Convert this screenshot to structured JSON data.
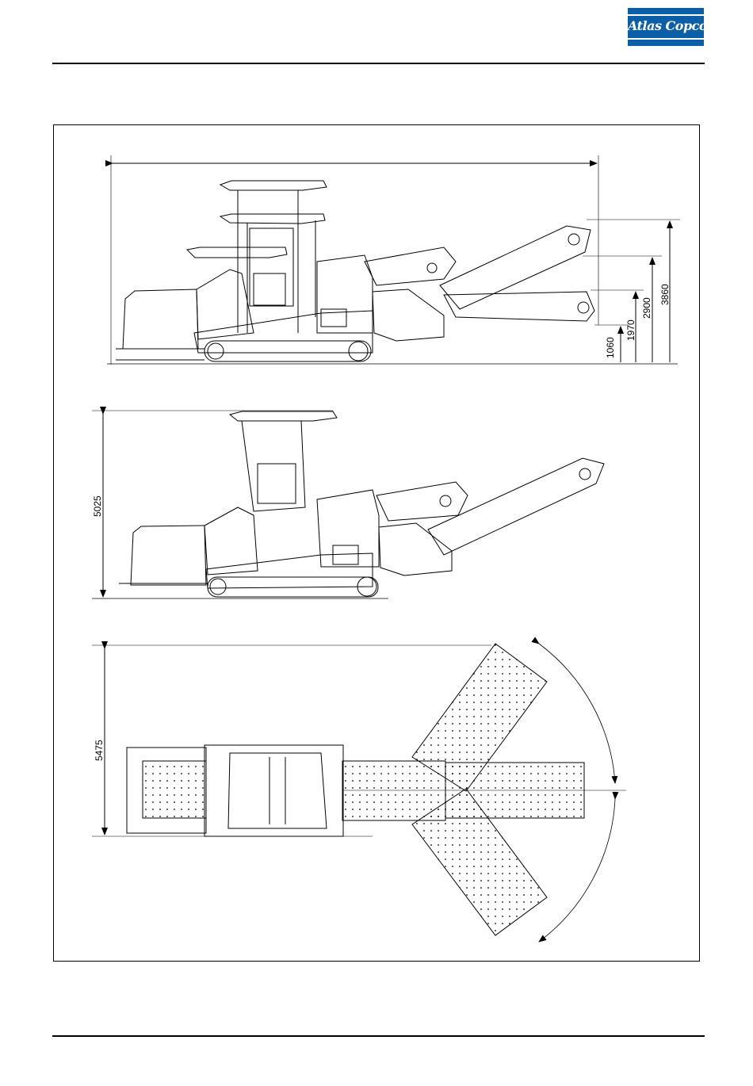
{
  "header": {
    "logo_text": "Atlas Copco",
    "logo_color": "#0a5fa6"
  },
  "drawing": {
    "side_view_raised": {
      "dimensions": [
        "1060",
        "1970",
        "2900",
        "3860"
      ]
    },
    "side_view_transport": {
      "dimensions": [
        "5025"
      ]
    },
    "top_view": {
      "dimensions": [
        "5475"
      ]
    }
  }
}
